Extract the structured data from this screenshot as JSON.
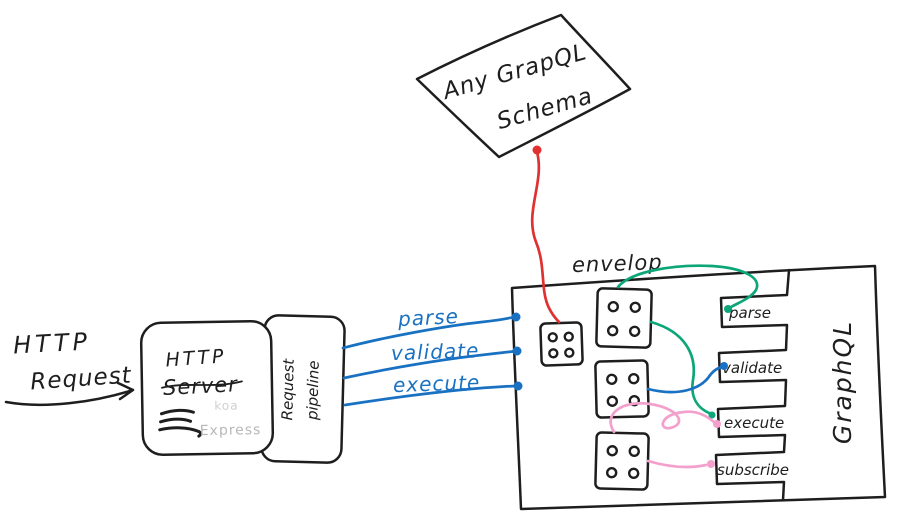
{
  "colors": {
    "ink": "#1e1e1e",
    "blue": "#1971c2",
    "red": "#e03131",
    "green": "#0ca678",
    "pink": "#f3a0cd",
    "koa_gray": "#cfcfcf",
    "express_gray": "#b8b8b8"
  },
  "diagram": {
    "http_request": {
      "line1": "HTTP",
      "line2": "Request"
    },
    "server": {
      "title_line1": "HTTP",
      "title_line2": "Server",
      "koa_label": "koa",
      "express_label": "Express"
    },
    "pipeline": {
      "line1": "Request",
      "line2": "pipeline"
    },
    "calls": [
      {
        "label": "parse"
      },
      {
        "label": "validate"
      },
      {
        "label": "execute"
      }
    ],
    "envelop_label": "envelop",
    "schema_bubble": {
      "line1": "Any GrapQL",
      "line2": "Schema"
    },
    "hooks": [
      {
        "label": "parse"
      },
      {
        "label": "validate"
      },
      {
        "label": "execute"
      },
      {
        "label": "subscribe"
      }
    ],
    "graphql_label": "GraphQL"
  }
}
